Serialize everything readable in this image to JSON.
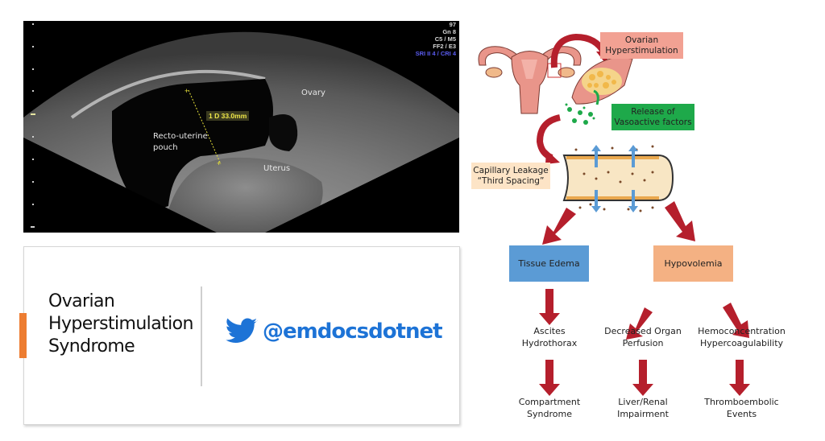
{
  "ultrasound": {
    "meta_lines": [
      "97",
      "Gn 8",
      "C5 / M5",
      "FF2 / E3"
    ],
    "meta_highlight": "SRI II 4 / CRI 4",
    "measurement": "1  D 33.0mm",
    "labels": {
      "ovary": "Ovary",
      "pouch_line1": "Recto-uterine",
      "pouch_line2": "pouch",
      "uterus": "Uterus"
    }
  },
  "card": {
    "title_lines": [
      "Ovarian",
      "Hyperstimulation",
      "Syndrome"
    ],
    "twitter_icon": "twitter-bird-icon",
    "handle": "@emdocsdotnet",
    "accent_color": "#ed7d31",
    "handle_color": "#1d73d6"
  },
  "diagram": {
    "ovarian_hyperstimulation": "Ovarian Hyperstimulation",
    "release": "Release of Vasoactive factors",
    "capillary_line1": "Capillary Leakage",
    "capillary_line2": "“Third Spacing”",
    "tissue_edema": "Tissue Edema",
    "hypovolemia": "Hypovolemia",
    "outcomes": [
      {
        "line1": "Ascites",
        "line2": "Hydrothorax"
      },
      {
        "line1": "Decreased Organ",
        "line2": "Perfusion"
      },
      {
        "line1": "Hemoconcentration",
        "line2": "Hypercoagulability"
      }
    ],
    "final": [
      {
        "line1": "Compartment",
        "line2": "Syndrome"
      },
      {
        "line1": "Liver/Renal",
        "line2": "Impairment"
      },
      {
        "line1": "Thromboembolic",
        "line2": "Events"
      }
    ],
    "colors": {
      "arrow": "#c0202e",
      "ovarian_box": "#f2a193",
      "release_box": "#1ea94a",
      "capillary_box": "#fde4c6",
      "edema_box": "#5b9bd5",
      "hypovolemia_box": "#f4b183"
    }
  }
}
